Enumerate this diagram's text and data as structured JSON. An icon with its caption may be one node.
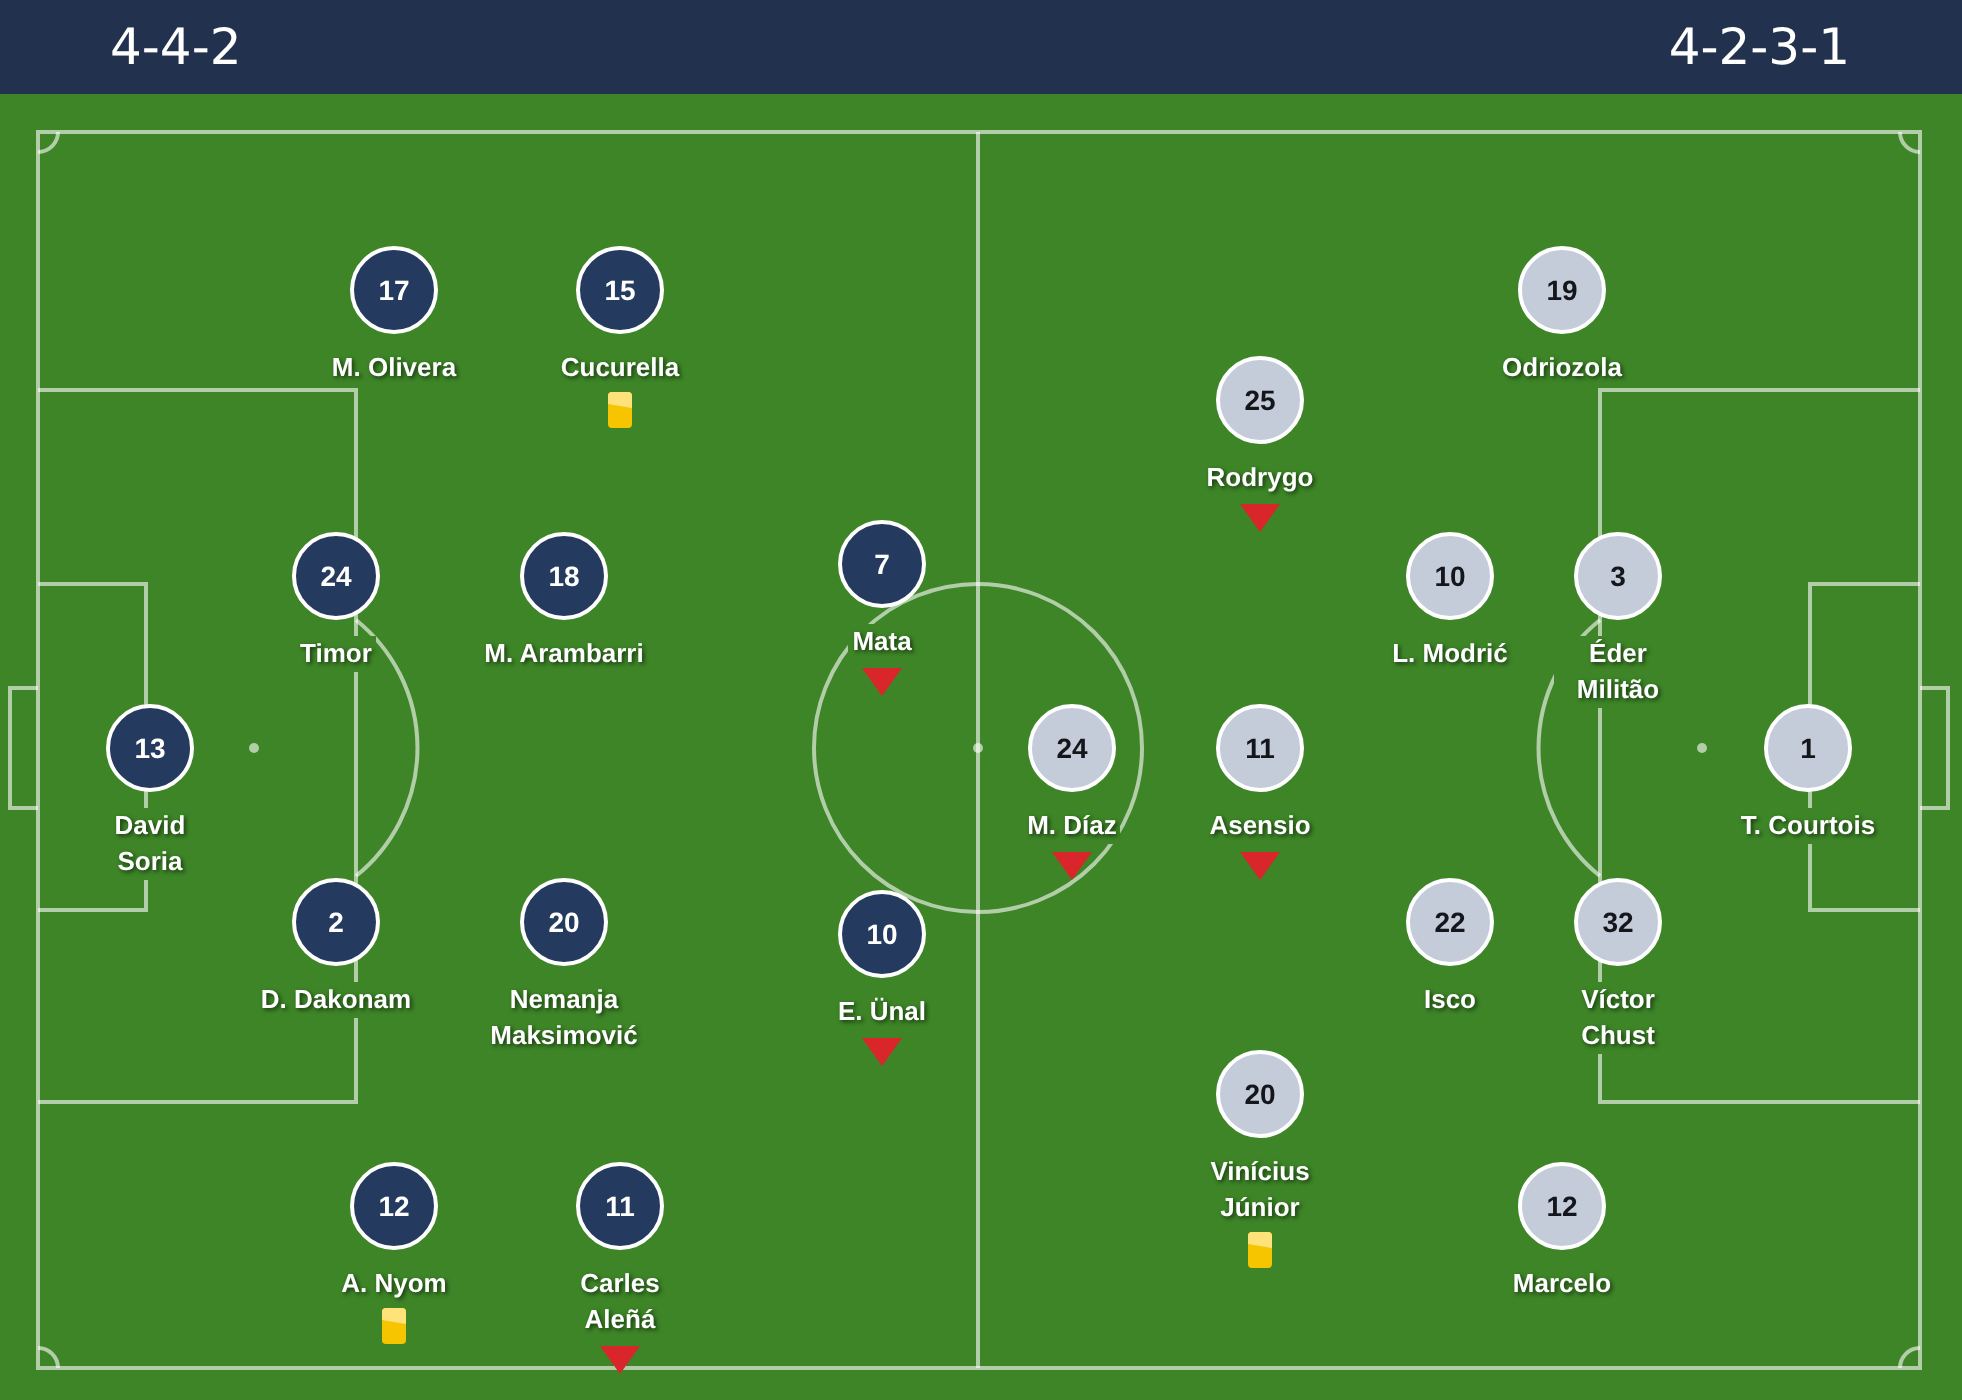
{
  "diagram": {
    "nodes": [
      {
        "text": [
          "13",
          "David Soria"
        ]
      },
      {
        "text": [
          "17",
          "M. Olivera"
        ]
      },
      {
        "text": [
          "24",
          "Timor"
        ]
      },
      {
        "text": [
          "2",
          "D. Dakonam"
        ]
      },
      {
        "text": [
          "12",
          "A. Nyom"
        ]
      },
      {
        "text": [
          "15",
          "Cucurella"
        ]
      },
      {
        "text": [
          "18",
          "M. Arambarri"
        ]
      },
      {
        "text": [
          "20",
          "Nemanja Maksimović"
        ]
      },
      {
        "text": [
          "11",
          "Carles Aleñá"
        ]
      },
      {
        "text": [
          "7",
          "Mata"
        ]
      },
      {
        "text": [
          "10",
          "E. Ünal"
        ]
      },
      {
        "text": [
          "1",
          "T. Courtois"
        ]
      },
      {
        "text": [
          "19",
          "Odriozola"
        ]
      },
      {
        "text": [
          "3",
          "Éder Militão"
        ]
      },
      {
        "text": [
          "32",
          "Víctor Chust"
        ]
      },
      {
        "text": [
          "12",
          "Marcelo"
        ]
      },
      {
        "text": [
          "10",
          "L. Modrić"
        ]
      },
      {
        "text": [
          "22",
          "Isco"
        ]
      },
      {
        "text": [
          "25",
          "Rodrygo"
        ]
      },
      {
        "text": [
          "11",
          "Asensio"
        ]
      },
      {
        "text": [
          "20",
          "Vinícius Júnior"
        ]
      },
      {
        "text": [
          "24",
          "M. Díaz"
        ]
      }
    ],
    "labels": [
      "4-4-2",
      "4-2-3-1"
    ]
  }
}
